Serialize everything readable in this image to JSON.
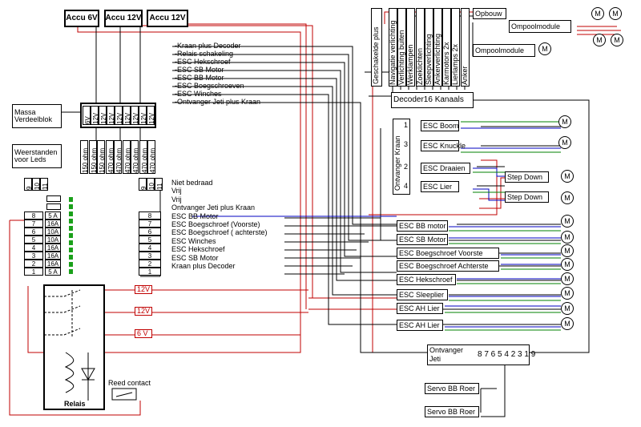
{
  "batteries": [
    "Accu 6V",
    "Accu 12V",
    "Accu 12V"
  ],
  "massa_label": [
    "Massa",
    "Verdeelblok"
  ],
  "weerstanden_label": [
    "Weerstanden",
    "voor Leds"
  ],
  "verdeel_cells": [
    "6V",
    "12V",
    "12V",
    "12V",
    "12V",
    "12V",
    "12V",
    "12V",
    "12V"
  ],
  "resistors": [
    "150 ohm",
    "150 ohm",
    "150 ohm",
    "470 ohm",
    "470 ohm",
    "470 ohm",
    "470 ohm",
    "470 ohm",
    "470 ohm"
  ],
  "top_channel_labels": [
    "Kraan plus Decoder",
    "Relais schakeling",
    "ESC Hekschroef",
    "ESC SB Motor",
    "ESC BB Motor",
    "ESC Boegschroeven",
    "ESC Winches",
    "Ontvanger Jeti plus Kraan"
  ],
  "fuse_numbers_top": [
    "9",
    "10",
    "11"
  ],
  "fuse_numbers_left": [
    "1",
    "2",
    "3",
    "4",
    "5",
    "6",
    "7",
    "8"
  ],
  "fuses": [
    "5 A",
    "16A",
    "10A",
    "10A",
    "16A",
    "16A",
    "16A",
    "5 A"
  ],
  "fuse_numbers_right_top": [
    "9",
    "10",
    "11"
  ],
  "fuse_numbers_right": [
    "1",
    "2",
    "3",
    "4",
    "5",
    "6",
    "7",
    "8"
  ],
  "fuse_labels": [
    "Niet bedraad",
    "Vrij",
    "Vrij",
    "Ontvanger Jeti plus Kraan",
    "ESC BB Motor",
    "ESC Boegschroef (Voorste)",
    "ESC Boegschroef ( achterste)",
    "ESC Winches",
    "ESC Hekschroef",
    "ESC SB Motor",
    "Kraan plus Decoder"
  ],
  "voltage_labels": [
    "12V",
    "12V",
    "6 V"
  ],
  "relais_label": "Relais",
  "reed_label": "Reed contact",
  "geschakelde_plus": "Geschakelde plus",
  "decoder_outputs": [
    "Navigatie verlichting",
    "Verlichting buiten",
    "Werklampen",
    "Zoeklichten",
    "Sleepverlichting",
    "Ankerverlichting",
    "Karmotors 2x",
    "Lierlamps 2x",
    "Anker"
  ],
  "opbouw": "Opbouw",
  "ompoolmodule": "Ompoolmodule",
  "decoder": "Decoder16 Kanaals",
  "ontvanger_kraan": "Ontvanger Kraan",
  "kraan_channels": [
    "1",
    "3",
    "2",
    "4"
  ],
  "kraan_escs": [
    "ESC Boom",
    "ESC Knuckle",
    "ESC Draaien",
    "ESC Lier"
  ],
  "step_down": [
    "Step Down",
    "Step Down"
  ],
  "escs": [
    "ESC BB motor",
    "ESC SB Motor",
    "ESC Boegschroef Voorste",
    "ESC Boegschroef Achterste",
    "ESC Hekschroef",
    "ESC Sleeplier",
    "ESC AH Lier",
    "ESC AH Lier"
  ],
  "ontvanger_jeti": [
    "Ontvanger",
    "Jeti"
  ],
  "jeti_channels": "8 7 6 5 4 2 3 1 9",
  "servos": [
    "Servo BB Roer",
    "Servo BB Roer"
  ],
  "motor_symbol": "M",
  "colors": {
    "wire_black": "#000000",
    "wire_red": "#c00000",
    "wire_blue": "#0000c0",
    "wire_green": "#008000",
    "fuse_green": "#1aa01a"
  }
}
